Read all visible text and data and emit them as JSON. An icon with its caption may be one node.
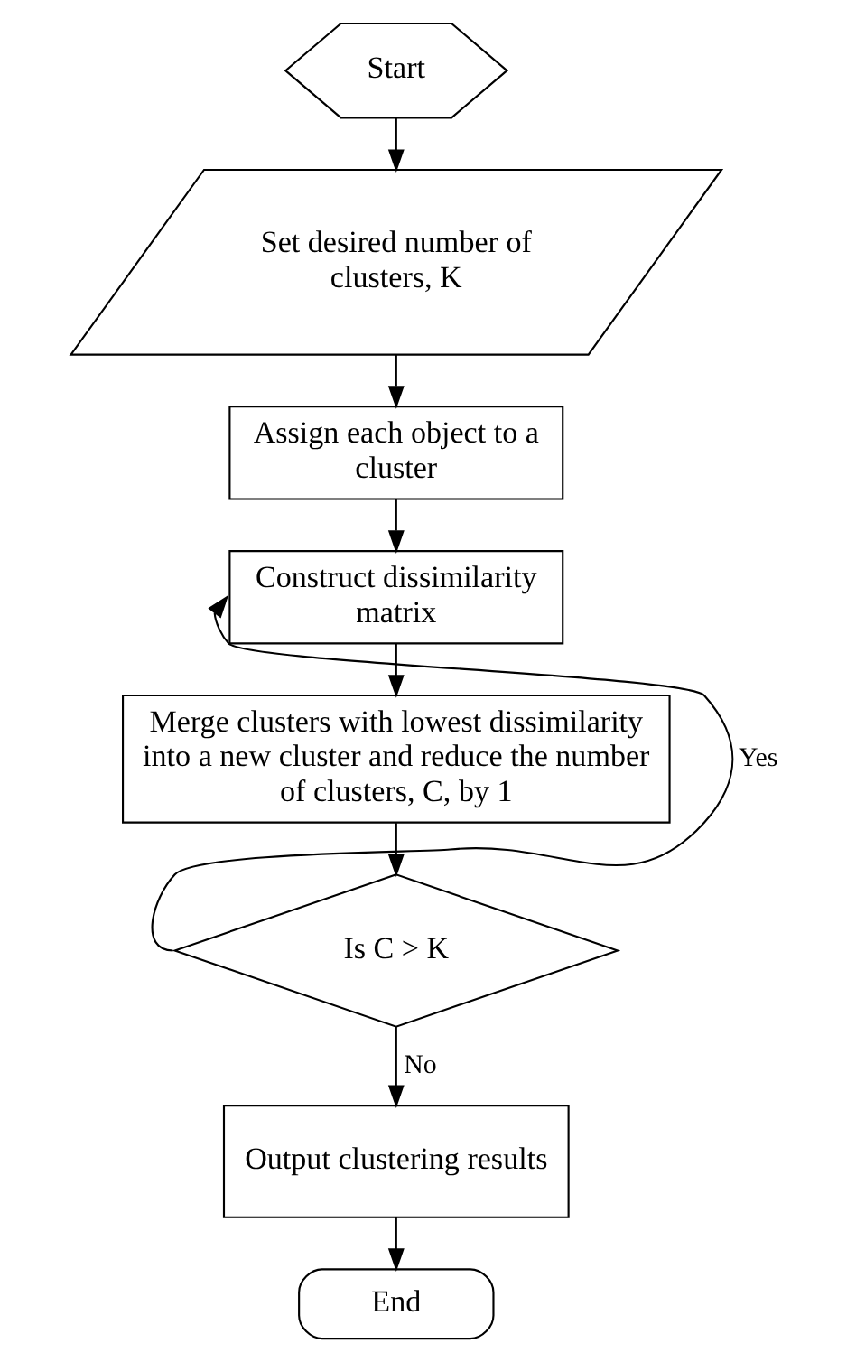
{
  "diagram": {
    "nodes": [
      {
        "text": [
          "Start"
        ]
      },
      {
        "text": [
          "Set desired number of clusters, K"
        ]
      },
      {
        "text": [
          "Assign each object to a cluster"
        ]
      },
      {
        "text": [
          "Construct dissimilarity matrix"
        ]
      },
      {
        "text": [
          "Merge clusters with lowest dissimilarity into a new cluster and reduce the number of clusters, C, by 1"
        ]
      },
      {
        "text": [
          "Is C > K"
        ]
      },
      {
        "text": [
          "Output clustering results"
        ]
      },
      {
        "text": [
          "End"
        ]
      }
    ],
    "edges": [
      {
        "from": 0,
        "to": 1,
        "arrow": "to"
      },
      {
        "from": 1,
        "to": 2,
        "arrow": "to"
      },
      {
        "from": 2,
        "to": 3,
        "arrow": "to"
      },
      {
        "from": 3,
        "to": 4,
        "arrow": "to"
      },
      {
        "from": 4,
        "to": 5,
        "arrow": "to"
      },
      {
        "from": 5,
        "to": 3,
        "arrow": "to",
        "label": "Yes"
      },
      {
        "from": 5,
        "to": 6,
        "arrow": "to",
        "label": "No"
      },
      {
        "from": 6,
        "to": 7,
        "arrow": "to"
      }
    ]
  }
}
